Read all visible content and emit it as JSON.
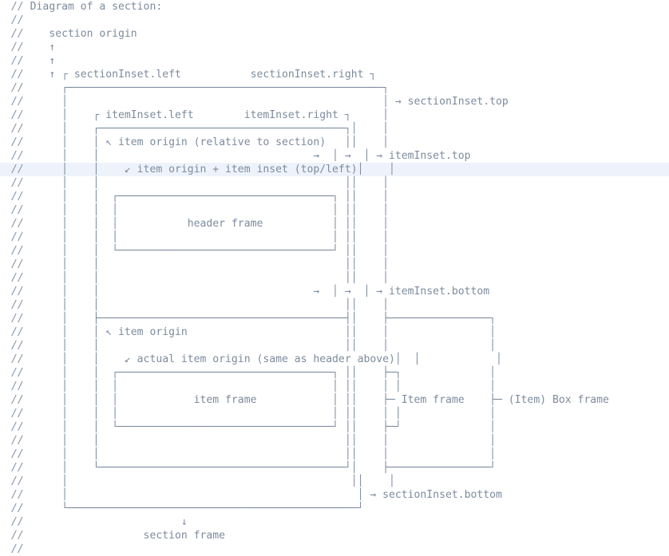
{
  "editor": {
    "language_comment_prefix": "//",
    "current_line_number": 13,
    "total_lines": 40,
    "colors": {
      "background": "#ffffff",
      "comment_text": "#8795a8",
      "current_line_highlight": "#eef3fb",
      "box_line": "#7d8b9e"
    },
    "labels": {
      "title": "Diagram of a section:",
      "section_origin": "section origin",
      "section_inset_left": "sectionInset.left",
      "section_inset_right": "sectionInset.right",
      "section_inset_top": "sectionInset.top",
      "section_inset_bottom": "sectionInset.bottom",
      "item_inset_left": "itemInset.left",
      "item_inset_right": "itemInset.right",
      "item_inset_top": "itemInset.top",
      "item_inset_bottom": "itemInset.bottom",
      "item_origin_relative": "item origin (relative to section)",
      "item_origin_plus_inset": "item origin + item inset (top/left)",
      "item_origin": "item origin",
      "actual_item_origin": "actual item origin (same as header above)",
      "header_frame": "header frame",
      "item_frame_box": "item frame",
      "item_frame_bracket": "Item frame",
      "item_box_frame_bracket": "(Item) Box frame",
      "section_frame": "section frame"
    },
    "lines": [
      "// Diagram of a section:",
      "//",
      "//    section origin",
      "//    ↑",
      "//    ↑",
      "//    ↑ ┌ sectionInset.left                 sectionInset.right ┐",
      "//      ┌───────────────────────────────────────────────────┐",
      "//      │                                                   │ → sectionInset.top",
      "//      │     ┌ itemInset.left           itemInset.right ┐   │",
      "//      │   ┌──────────────────────────────────────────┐ │   │",
      "//      │   │ ↖ item origin (relative to section)      │ │   │",
      "//      │   │                                     →  │ → │ → itemInset.top",
      "//      │   │     ↙ item origin + item inset (top/left)│ │   │",
      "//      │   │                                          │ │   │",
      "//      │   │  ┌────────────────────────────────────┐  │ │   │",
      "//      │   │  │                                    │  │ │   │",
      "//      │   │  │            header frame            │  │ │   │",
      "//      │   │  │                                    │  │ │   │",
      "//      │   │  └────────────────────────────────────┘  │ │   │",
      "//      │   │                                          │ │   │",
      "//      │   │                                          │ │   │",
      "//      │   │                                     →  │ → │ → itemInset.bottom",
      "//      │   │                                          │ │   │",
      "//      │   ├──────────────────────────────────────────┤ │   ├──────────────┐",
      "//      │   │ ↖ item origin                            │ │   │              │",
      "//      │   │                                          │ │   │              │",
      "//      │   │     ↙ actual item origin (same as header above)│ │   │         │",
      "//      │   │  ┌────────────────────────────────────┐  │ │   ├─┐            │",
      "//      │   │  │                                    │  │ │   │ │            │",
      "//      │   │  │             item frame             │  │ │   ├─ Item frame  ├─ (Item) Box frame",
      "//      │   │  │                                    │  │ │   │ │            │",
      "//      │   │  └────────────────────────────────────┘  │ │   ├─┘            │",
      "//      │   │                                          │ │   │              │",
      "//      │   │                                          │ │   │              │",
      "//      │   └──────────────────────────────────────────┘ │   ├──────────────┘",
      "//      │                                                   │",
      "//      │                                                   │ → sectionInset.bottom",
      "//      └───────────────────────────────────────────────────┘",
      "//                          ↓",
      "//                    section frame",
      "//"
    ]
  },
  "render_rows": [
    {
      "n": 1,
      "cmt": "//",
      "body": " Diagram of a section:"
    },
    {
      "n": 2,
      "cmt": "//",
      "body": ""
    },
    {
      "n": 3,
      "cmt": "//",
      "body": "    section origin"
    },
    {
      "n": 4,
      "cmt": "//",
      "body": "    ↑"
    },
    {
      "n": 5,
      "cmt": "//",
      "body": "    ↑"
    },
    {
      "n": 6,
      "cmt": "//",
      "body": "    ↑ ┌ sectionInset.left           sectionInset.right ┐"
    },
    {
      "n": 7,
      "cmt": "//",
      "body": "      ┌──────────────────────────────────────────────────┐"
    },
    {
      "n": 8,
      "cmt": "//",
      "body": "      │                                                  │ → sectionInset.top"
    },
    {
      "n": 9,
      "cmt": "//",
      "body": "      │    ┌ itemInset.left        itemInset.right ┐     │"
    },
    {
      "n": 10,
      "cmt": "//",
      "body": "      │    ┌───────────────────────────────────────┐│    │"
    },
    {
      "n": 11,
      "cmt": "//",
      "body": "      │    │ ↖ item origin (relative to section)   ││    │"
    },
    {
      "n": 12,
      "cmt": "//",
      "body": "      │    │                                  →  │ →  │ → itemInset.top"
    },
    {
      "n": 13,
      "cmt": "//",
      "body": "      │    │    ↙ item origin + item inset (top/left)│    │"
    },
    {
      "n": 14,
      "cmt": "//",
      "body": "      │    │                                       ││    │"
    },
    {
      "n": 15,
      "cmt": "//",
      "body": "      │    │  ┌──────────────────────────────────┐ ││    │"
    },
    {
      "n": 16,
      "cmt": "//",
      "body": "      │    │  │                                  │ ││    │"
    },
    {
      "n": 17,
      "cmt": "//",
      "body": "      │    │  │           header frame           │ ││    │"
    },
    {
      "n": 18,
      "cmt": "//",
      "body": "      │    │  │                                  │ ││    │"
    },
    {
      "n": 19,
      "cmt": "//",
      "body": "      │    │  └──────────────────────────────────┘ ││    │"
    },
    {
      "n": 20,
      "cmt": "//",
      "body": "      │    │                                       ││    │"
    },
    {
      "n": 21,
      "cmt": "//",
      "body": "      │    │                                       ││    │"
    },
    {
      "n": 22,
      "cmt": "//",
      "body": "      │    │                                  →  │ →  │ → itemInset.bottom"
    },
    {
      "n": 23,
      "cmt": "//",
      "body": "      │    │                                       ││    │"
    },
    {
      "n": 24,
      "cmt": "//",
      "body": "      │    ├───────────────────────────────────────┤│    ├────────────────┐"
    },
    {
      "n": 25,
      "cmt": "//",
      "body": "      │    │ ↖ item origin                         ││    │                │"
    },
    {
      "n": 26,
      "cmt": "//",
      "body": "      │    │                                       ││    │                │"
    },
    {
      "n": 27,
      "cmt": "//",
      "body": "      │    │    ↙ actual item origin (same as header above)│  │            │"
    },
    {
      "n": 28,
      "cmt": "//",
      "body": "      │    │  ┌──────────────────────────────────┐ ││    ├─┐              │"
    },
    {
      "n": 29,
      "cmt": "//",
      "body": "      │    │  │                                  │ ││    │ │              │"
    },
    {
      "n": 30,
      "cmt": "//",
      "body": "      │    │  │            item frame            │ ││    ├─ Item frame    ├─ (Item) Box frame"
    },
    {
      "n": 31,
      "cmt": "//",
      "body": "      │    │  │                                  │ ││    │ │              │"
    },
    {
      "n": 32,
      "cmt": "//",
      "body": "      │    │  └──────────────────────────────────┘ ││    ├─┘              │"
    },
    {
      "n": 33,
      "cmt": "//",
      "body": "      │    │                                       ││    │                │"
    },
    {
      "n": 34,
      "cmt": "//",
      "body": "      │    │                                       ││    │                │"
    },
    {
      "n": 35,
      "cmt": "//",
      "body": "      │    └───────────────────────────────────────┘│    ├────────────────┘"
    },
    {
      "n": 36,
      "cmt": "//",
      "body": "      │                                             ││    │"
    },
    {
      "n": 37,
      "cmt": "//",
      "body": "      │                                              │ → sectionInset.bottom"
    },
    {
      "n": 38,
      "cmt": "//",
      "body": "      └──────────────────────────────────────────────┘"
    },
    {
      "n": 39,
      "cmt": "//",
      "body": "                         ↓"
    },
    {
      "n": 40,
      "cmt": "//",
      "body": "                   section frame"
    },
    {
      "n": 41,
      "cmt": "//",
      "body": ""
    }
  ]
}
